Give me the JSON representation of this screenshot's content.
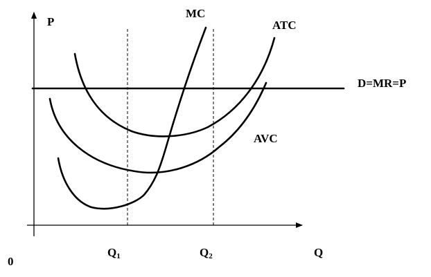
{
  "labels": {
    "y_axis": "P",
    "x_axis": "Q",
    "origin": "0",
    "mc": "MC",
    "atc": "ATC",
    "avc": "AVC",
    "demand": "D=MR=P",
    "q1_main": "Q",
    "q1_sub": "1",
    "q2_main": "Q",
    "q2_sub": "2"
  },
  "colors": {
    "line": "#000000",
    "background": "#ffffff"
  }
}
